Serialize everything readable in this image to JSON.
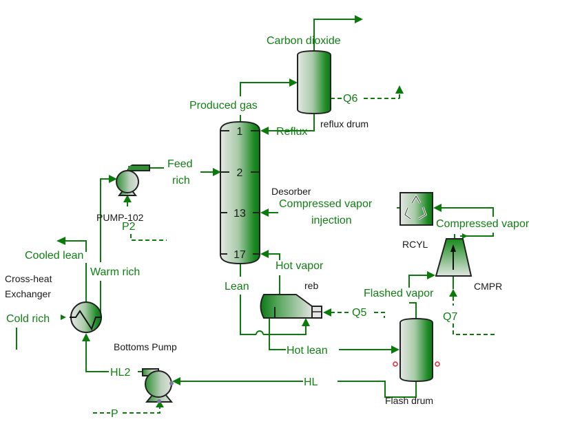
{
  "diagram": {
    "type": "process-flow-diagram",
    "colors": {
      "stream": "#0a7a0a",
      "stream_label": "#0f7f12",
      "block_label": "#1a1a1a",
      "equipment_light": "#e6e8e6",
      "equipment_dark": "#0b7a14",
      "port_marker": "#e8202a"
    },
    "blocks": {
      "desorber": {
        "label": "Desorber",
        "stages": [
          "1",
          "2",
          "13",
          "17"
        ]
      },
      "reflux_drum": {
        "label": "reflux drum"
      },
      "pump_102": {
        "label": "PUMP-102"
      },
      "rcyl": {
        "label": "RCYL"
      },
      "cmpr": {
        "label": "CMPR"
      },
      "reb": {
        "label": "reb"
      },
      "flash_drum": {
        "label": "Flash drum",
        "port_marker": "Q"
      },
      "cross_hx": {
        "label_line1": "Cross-heat",
        "label_line2": "Exchanger"
      },
      "bottoms_pump": {
        "label": "Bottoms Pump"
      }
    },
    "streams": {
      "carbon_dioxide": "Carbon dioxide",
      "produced_gas": "Produced gas",
      "reflux": "Reflux",
      "q6": "Q6",
      "feed_rich_1": "Feed",
      "feed_rich_2": "rich",
      "p2": "P2",
      "compressed_vapor_injection_1": "Compressed vapor",
      "compressed_vapor_injection_2": "injection",
      "compressed_vapor": "Compressed vapor",
      "hot_vapor": "Hot vapor",
      "lean": "Lean",
      "flashed_vapor": "Flashed vapor",
      "q5": "Q5",
      "q7": "Q7",
      "hot_lean": "Hot lean",
      "cooled_lean": "Cooled lean",
      "warm_rich": "Warm rich",
      "cold_rich": "Cold rich",
      "hl": "HL",
      "hl2": "HL2",
      "p": "P"
    }
  }
}
